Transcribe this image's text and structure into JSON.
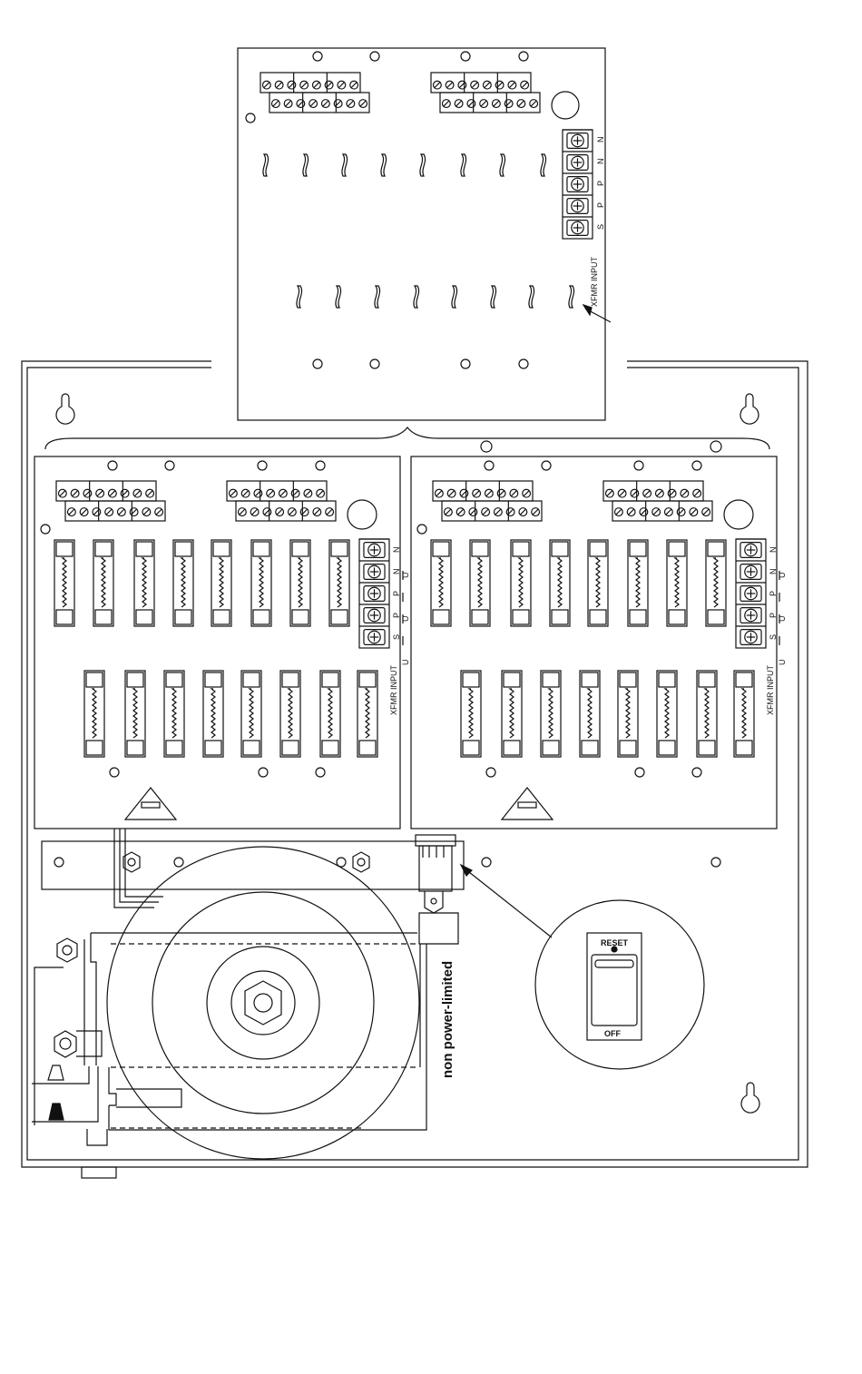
{
  "labels": {
    "xfmr_input": "XFMR INPUT",
    "non_power_limited": "non power-limited",
    "reset": "RESET",
    "off": "OFF",
    "term_n": "N",
    "term_p": "P",
    "term_s": "S",
    "term_u": "U"
  },
  "colors": {
    "line": "#111111",
    "fill": "#ffffff",
    "grey": "#888888"
  },
  "counts": {
    "fuse_rows": 2,
    "fuses_per_row": 8,
    "modules": 2,
    "header_terminals": 8,
    "xfmr_terminals": 5
  }
}
